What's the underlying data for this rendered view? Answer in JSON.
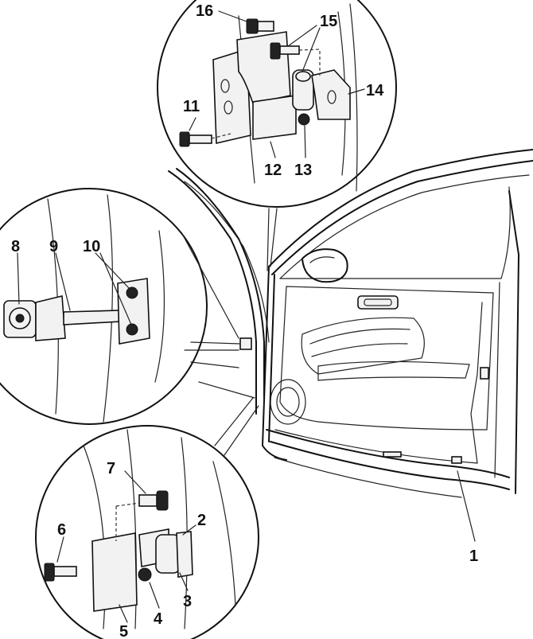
{
  "callouts": [
    {
      "id": "1",
      "text": "1"
    },
    {
      "id": "2",
      "text": "2"
    },
    {
      "id": "3",
      "text": "3"
    },
    {
      "id": "4",
      "text": "4"
    },
    {
      "id": "5",
      "text": "5"
    },
    {
      "id": "6",
      "text": "6"
    },
    {
      "id": "7",
      "text": "7"
    },
    {
      "id": "8",
      "text": "8"
    },
    {
      "id": "9",
      "text": "9"
    },
    {
      "id": "10",
      "text": "10"
    },
    {
      "id": "11",
      "text": "11"
    },
    {
      "id": "12",
      "text": "12"
    },
    {
      "id": "13",
      "text": "13"
    },
    {
      "id": "14",
      "text": "14"
    },
    {
      "id": "15",
      "text": "15"
    },
    {
      "id": "16",
      "text": "16"
    }
  ]
}
